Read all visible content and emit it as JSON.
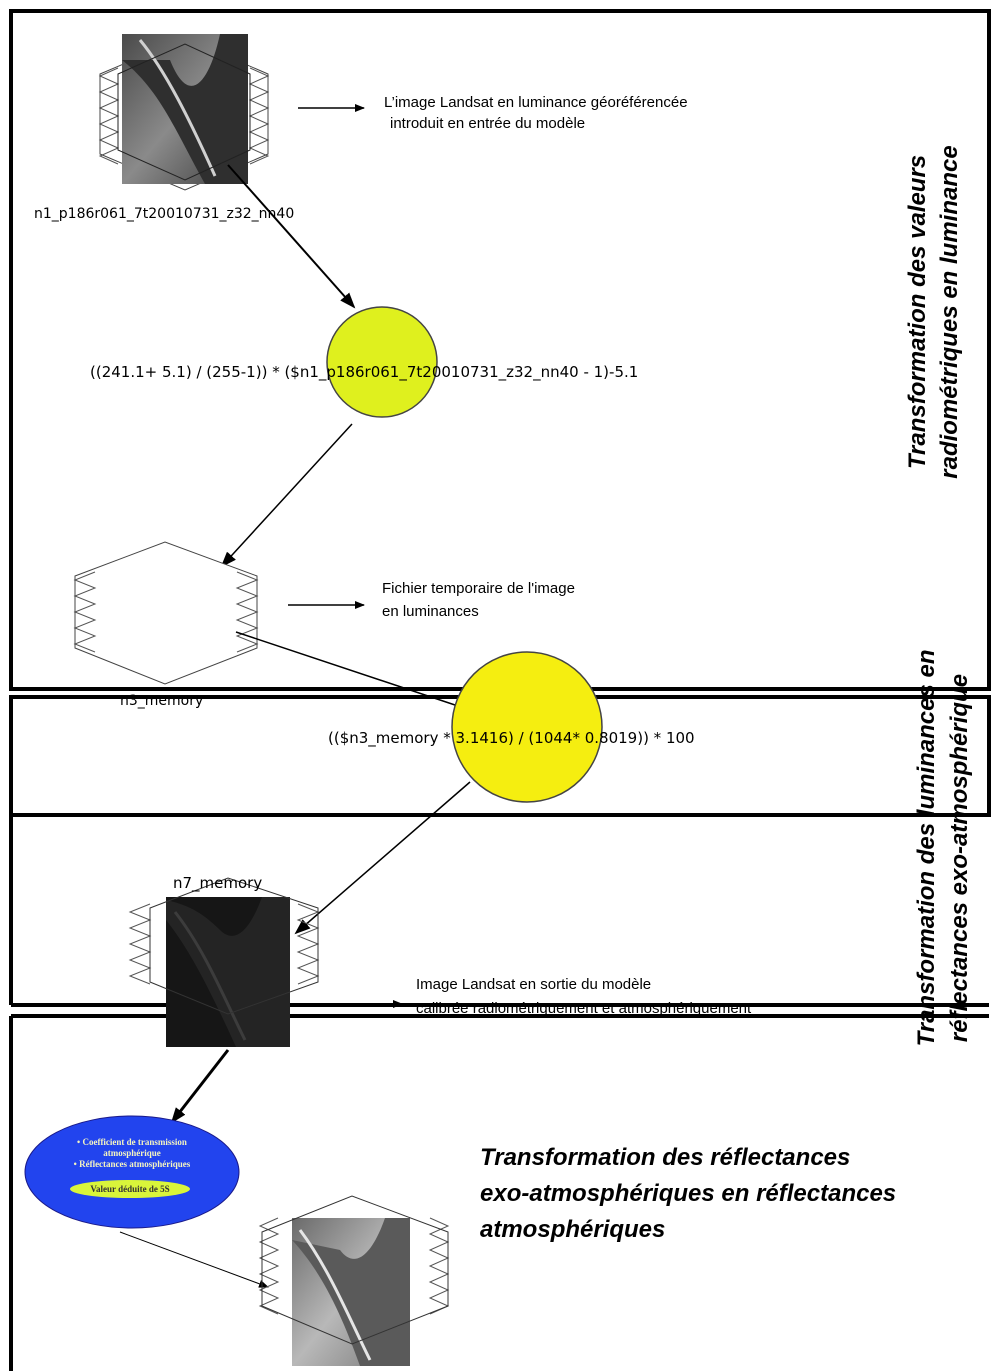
{
  "input_node": {
    "name": "n1_p186r061_7t20010731_z32_nn40",
    "description_line1": "L’image Landsat en luminance géoréférencée",
    "description_line2": "introduit en entrée du modèle"
  },
  "function1": {
    "expression": "((241.1+ 5.1) / (255-1)) * ($n1_p186r061_7t20010731_z32_nn40 - 1)-5.1",
    "color": "#dff01e"
  },
  "temp_node": {
    "name": "n3_memory",
    "description_line1": "Fichier temporaire de l'image",
    "description_line2": "en luminances"
  },
  "function2": {
    "expression": "(($n3_memory * 3.1416) / (1044* 0.8019)) * 100",
    "color": "#f5ee10"
  },
  "output_node": {
    "name": "n7_memory",
    "description_line1": "Image Landsat en sortie du modèle",
    "description_line2": "calibrée radiométriquement et atmosphériquement"
  },
  "atmos_legend": {
    "line1": "• Coefficient de transmission",
    "line2": "atmosphérique",
    "line3": "• Réflectances atmosphériques",
    "pill": "Valeur déduite de 5S",
    "color": "#2244ee"
  },
  "sections": {
    "s1_line1": "Transformation des valeurs",
    "s1_line2": "radiométriques en luminance",
    "s2_line1": "Transformation des luminances en",
    "s2_line2": "réflectances exo-atmosphérique",
    "s3_line1": "Transformation des réflectances",
    "s3_line2": "exo-atmosphériques en réflectances",
    "s3_line3": "atmosphériques"
  }
}
